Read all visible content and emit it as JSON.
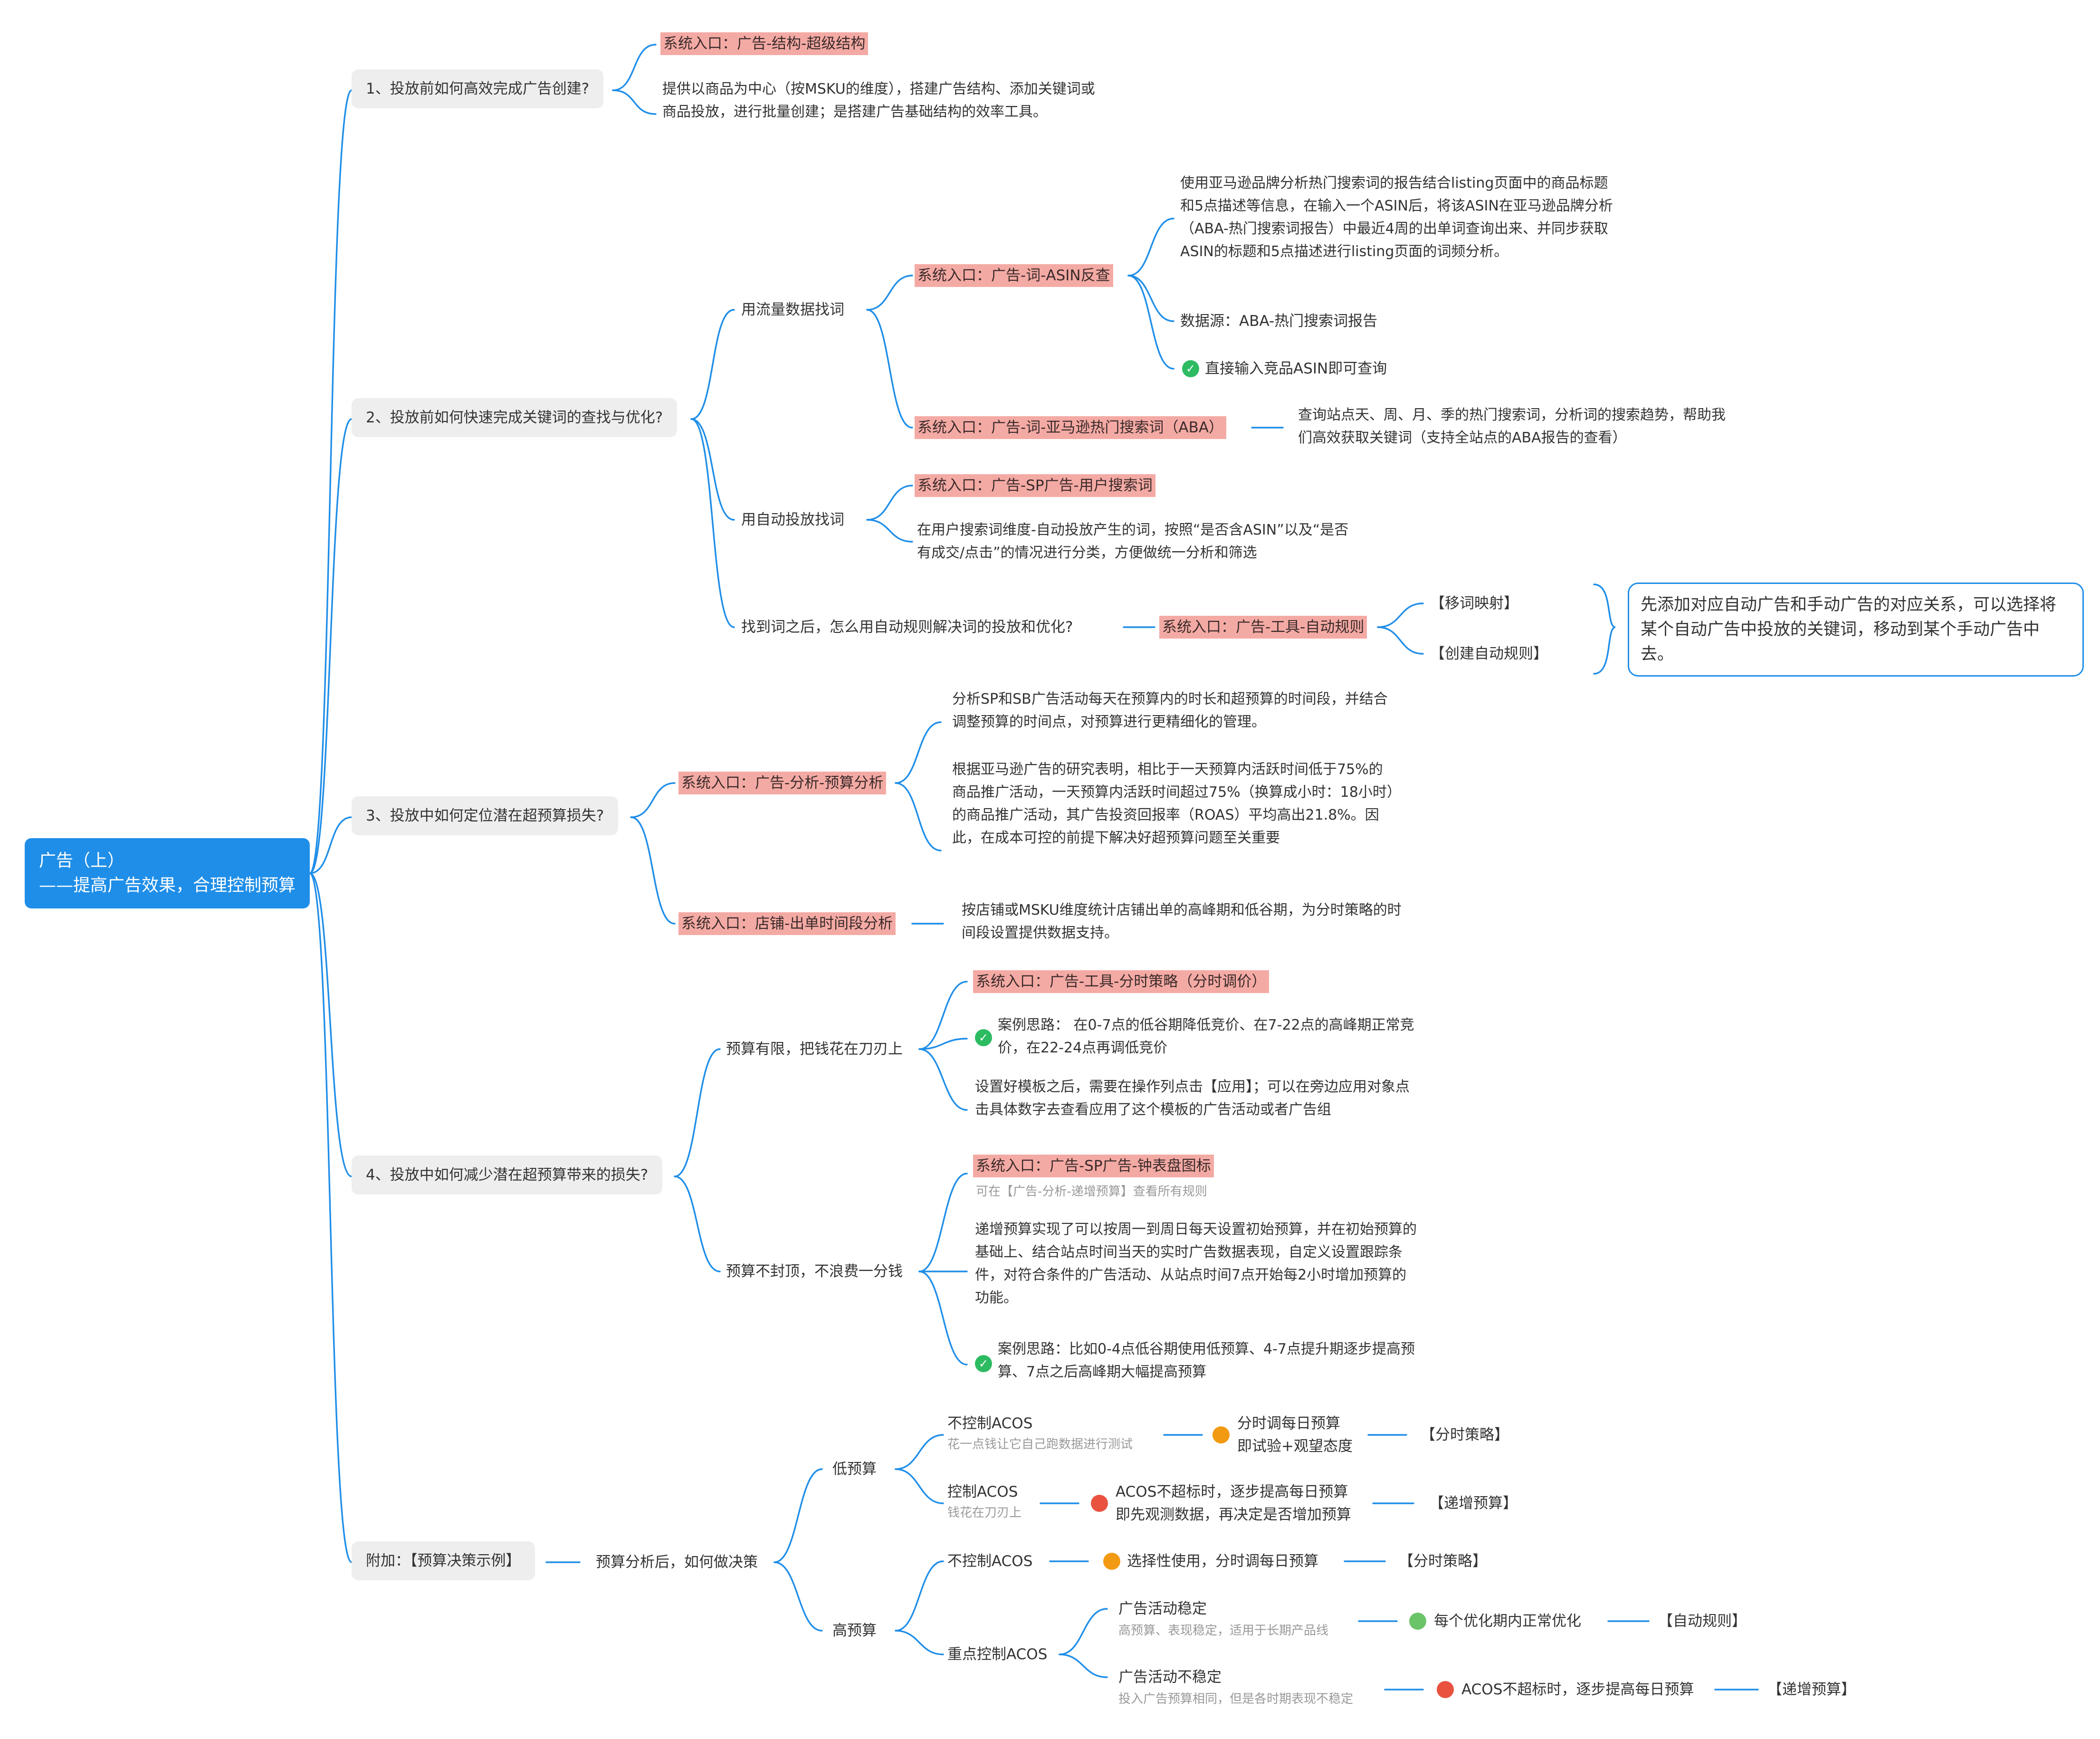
{
  "root": {
    "line1": "广告（上）",
    "line2": "——提高广告效果，合理控制预算"
  },
  "b1": {
    "label": "1、投放前如何高效完成广告创建?",
    "entry": "系统入口：广告-结构-超级结构",
    "desc": "提供以商品为中心（按MSKU的维度），搭建广告结构、添加关键词或商品投放，进行批量创建；是搭建广告基础结构的效率工具。"
  },
  "b2": {
    "label": "2、投放前如何快速完成关键词的查找与优化?",
    "traffic": {
      "label": "用流量数据找词",
      "asin": {
        "entry": "系统入口：广告-词-ASIN反查",
        "desc": "使用亚马逊品牌分析热门搜索词的报告结合listing页面中的商品标题和5点描述等信息，在输入一个ASIN后，将该ASIN在亚马逊品牌分析（ABA-热门搜索词报告）中最近4周的出单词查询出来、并同步获取ASIN的标题和5点描述进行listing页面的词频分析。",
        "source": "数据源：ABA-热门搜索词报告",
        "tip": "直接输入竞品ASIN即可查询"
      },
      "aba": {
        "entry": "系统入口：广告-词-亚马逊热门搜索词（ABA）",
        "desc": "查询站点天、周、月、季的热门搜索词，分析词的搜索趋势，帮助我们高效获取关键词（支持全站点的ABA报告的查看）"
      }
    },
    "auto": {
      "label": "用自动投放找词",
      "entry": "系统入口：广告-SP广告-用户搜索词",
      "desc": "在用户搜索词维度-自动投放产生的词，按照“是否含ASIN”以及“是否有成交/点击”的情况进行分类，方便做统一分析和筛选"
    },
    "rules": {
      "label": "找到词之后，怎么用自动规则解决词的投放和优化?",
      "entry": "系统入口：广告-工具-自动规则",
      "map": "【移词映射】",
      "create": "【创建自动规则】",
      "callout": "先添加对应自动广告和手动广告的对应关系，可以选择将某个自动广告中投放的关键词，移动到某个手动广告中去。"
    }
  },
  "b3": {
    "label": "3、投放中如何定位潜在超预算损失?",
    "budget": {
      "entry": "系统入口：广告-分析-预算分析",
      "desc1": "分析SP和SB广告活动每天在预算内的时长和超预算的时间段，并结合调整预算的时间点，对预算进行更精细化的管理。",
      "desc2": "根据亚马逊广告的研究表明，相比于一天预算内活跃时间低于75%的商品推广活动，一天预算内活跃时间超过75%（换算成小时：18小时）的商品推广活动，其广告投资回报率（ROAS）平均高出21.8%。因此，在成本可控的前提下解决好超预算问题至关重要"
    },
    "store": {
      "entry": "系统入口：店铺-出单时间段分析",
      "desc": "按店铺或MSKU维度统计店铺出单的高峰期和低谷期，为分时策略的时间段设置提供数据支持。"
    }
  },
  "b4": {
    "label": "4、投放中如何减少潜在超预算带来的损失?",
    "limited": {
      "label": "预算有限，把钱花在刀刃上",
      "entry": "系统入口：广告-工具-分时策略（分时调价）",
      "case": "案例思路： 在0-7点的低谷期降低竞价、在7-22点的高峰期正常竞价，在22-24点再调低竞价",
      "desc": "设置好模板之后，需要在操作列点击【应用】；可以在旁边应用对象点击具体数字去查看应用了这个模板的广告活动或者广告组"
    },
    "unlimited": {
      "label": "预算不封顶，不浪费一分钱",
      "entry": "系统入口：广告-SP广告-钟表盘图标",
      "note": "可在【广告-分析-递增预算】查看所有规则",
      "desc": "递增预算实现了可以按周一到周日每天设置初始预算，并在初始预算的基础上、结合站点时间当天的实时广告数据表现，自定义设置跟踪条件，对符合条件的广告活动、从站点时间7点开始每2小时增加预算的功能。",
      "case": "案例思路：比如0-4点低谷期使用低预算、4-7点提升期逐步提高预算、7点之后高峰期大幅提高预算"
    }
  },
  "b5": {
    "label": "附加：【预算决策示例】",
    "decide": "预算分析后，如何做决策",
    "low": {
      "label": "低预算",
      "no_ctrl": {
        "label": "不控制ACOS",
        "note": "花一点钱让它自己跑数据进行测试",
        "action1": "分时调每日预算",
        "action2": "即试验+观望态度",
        "tag": "【分时策略】"
      },
      "ctrl": {
        "label": "控制ACOS",
        "note": "钱花在刀刃上",
        "action1": "ACOS不超标时，逐步提高每日预算",
        "action2": "即先观测数据，再决定是否增加预算",
        "tag": "【递增预算】"
      }
    },
    "high": {
      "label": "高预算",
      "no_ctrl": {
        "label": "不控制ACOS",
        "action": "选择性使用，分时调每日预算",
        "tag": "【分时策略】"
      },
      "focus": {
        "label": "重点控制ACOS",
        "stable": {
          "label": "广告活动稳定",
          "note": "高预算、表现稳定，适用于长期产品线",
          "action": "每个优化期内正常优化",
          "tag": "【自动规则】"
        },
        "unstable": {
          "label": "广告活动不稳定",
          "note": "投入广告预算相同，但是各时期表现不稳定",
          "action": "ACOS不超标时，逐步提高每日预算",
          "tag": "【递增预算】"
        }
      }
    }
  },
  "colors": {
    "line": "#1f8ee8",
    "highlight": "#f4aaa4",
    "orange": "#f29a11",
    "red": "#e9523f",
    "green": "#6cc469",
    "check": "#2dbb62"
  }
}
